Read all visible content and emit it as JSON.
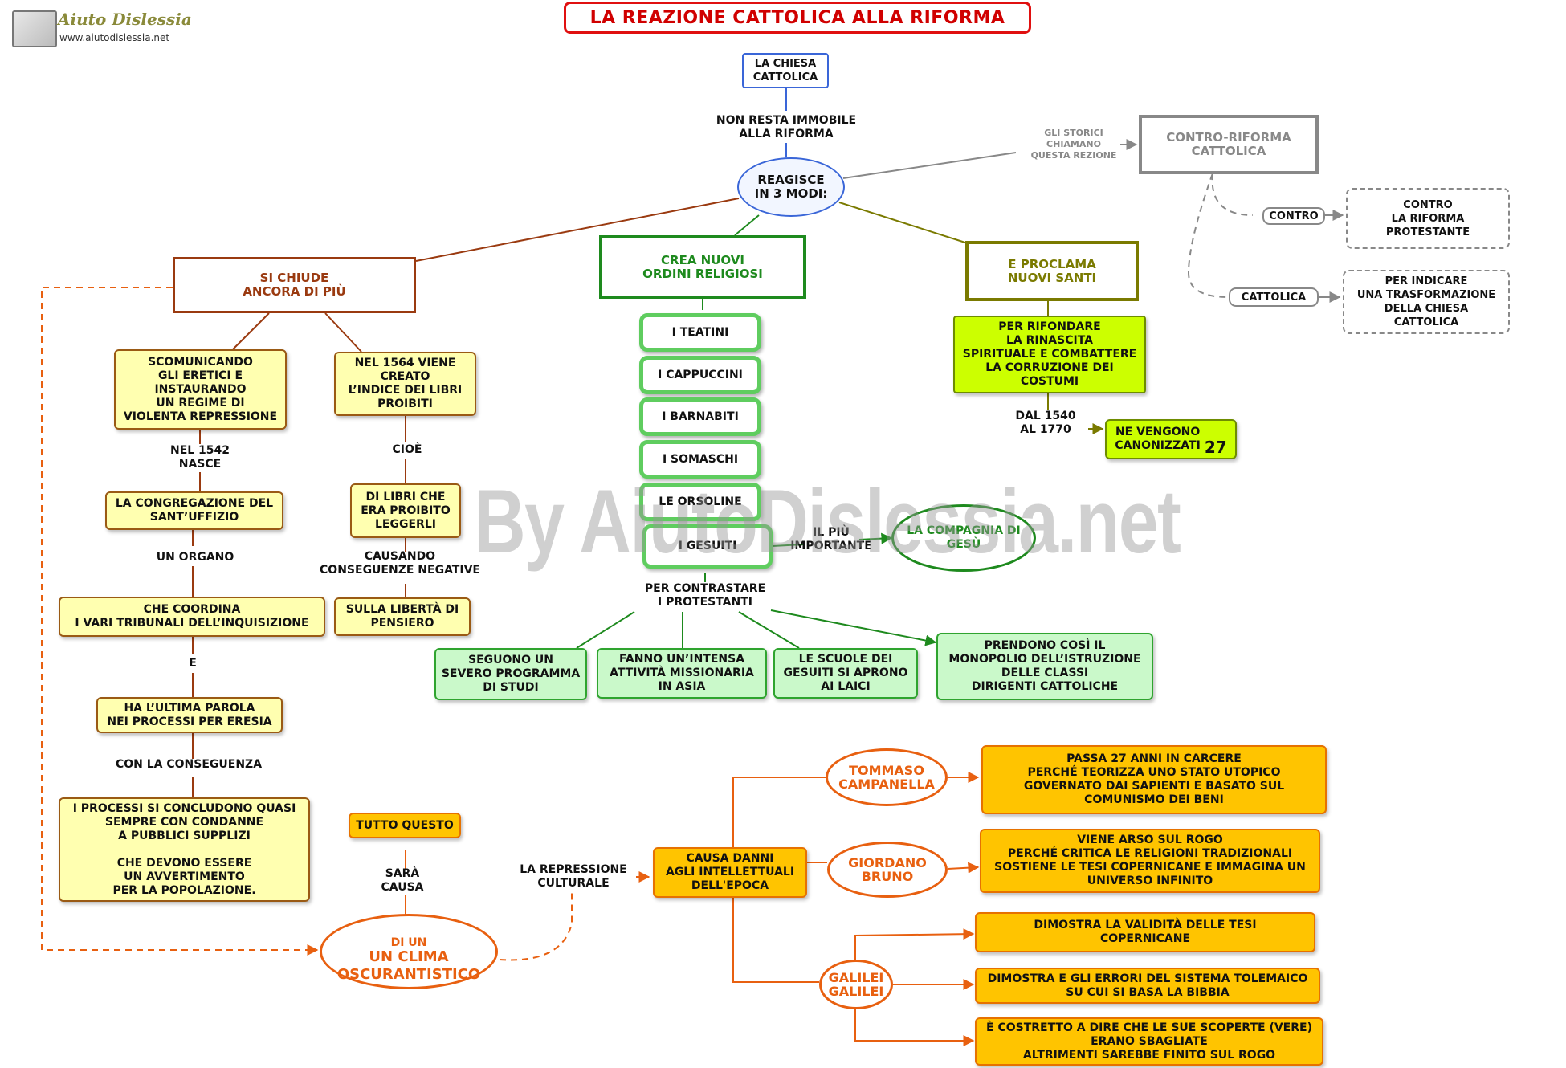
{
  "logo": {
    "name": "Aiuto Dislessia",
    "url": "www.aiutodislessia.net"
  },
  "title": "LA REAZIONE CATTOLICA ALLA RIFORMA",
  "watermark": "By AiutoDislessia.net",
  "top": {
    "chiesa": "LA CHIESA\nCATTOLICA",
    "non_resta": "NON RESTA IMMOBILE\nALLA RIFORMA",
    "reagisce": "REAGISCE\nIN 3 MODI:",
    "storici": "GLI STORICI\nCHIAMANO\nQUESTA REZIONE",
    "controriforma": "CONTRO-RIFORMA\nCATTOLICA",
    "contro": "CONTRO",
    "contro_desc": "CONTRO\nLA RIFORMA\nPROTESTANTE",
    "cattolica": "CATTOLICA",
    "cattolica_desc": "PER INDICARE\nUNA TRASFORMAZIONE\nDELLA CHIESA\nCATTOLICA"
  },
  "left": {
    "title": "SI CHIUDE\nANCORA DI PIÙ",
    "scomunicando": "SCOMUNICANDO\nGLI ERETICI E\nINSTAURANDO\nUN REGIME DI\nVIOLENTA REPRESSIONE",
    "nel1542": "NEL 1542\nNASCE",
    "congregazione": "LA CONGREGAZIONE DEL\nSANT’UFFIZIO",
    "un_organo": "UN ORGANO",
    "coordina": "CHE COORDINA\nI VARI TRIBUNALI DELL’INQUISIZIONE",
    "e": "E",
    "ultima": "HA L’ULTIMA PAROLA\nNEI PROCESSI PER ERESIA",
    "con_conseguenza": "CON LA CONSEGUENZA",
    "processi": "I PROCESSI SI CONCLUDONO QUASI\nSEMPRE CON CONDANNE\nA PUBBLICI SUPPLIZI\n\nCHE DEVONO ESSERE\nUN AVVERTIMENTO\nPER LA POPOLAZIONE.",
    "nel1564": "NEL 1564 VIENE\nCREATO\nL’INDICE DEI LIBRI\nPROIBITI",
    "cioe": "CIOÈ",
    "libri": "DI LIBRI CHE\nERA PROIBITO\nLEGGERLI",
    "causando": "CAUSANDO\nCONSEGUENZE NEGATIVE",
    "liberta": "SULLA LIBERTÀ DI\nPENSIERO"
  },
  "middle": {
    "title": "CREA NUOVI\nORDINI RELIGIOSI",
    "orders": [
      "I TEATINI",
      "I CAPPUCCINI",
      "I BARNABITI",
      "I SOMASCHI",
      "LE ORSOLINE",
      "I GESUITI"
    ],
    "piu_importante": "IL PIÙ\nIMPORTANTE",
    "compagnia": "LA COMPAGNIA DI\nGESÙ",
    "contrastare": "PER CONTRASTARE\nI PROTESTANTI",
    "seguono": "SEGUONO UN\nSEVERO PROGRAMMA\nDI STUDI",
    "fanno": "FANNO UN’INTENSA\nATTIVITÀ MISSIONARIA\nIN ASIA",
    "scuole": "LE SCUOLE DEI\nGESUITI SI APRONO\nAI LAICI",
    "prendono": "PRENDONO COSÌ  IL\nMONOPOLIO DELL’ISTRUZIONE\nDELLE CLASSI\nDIRIGENTI CATTOLICHE"
  },
  "right": {
    "title": "E PROCLAMA\nNUOVI SANTI",
    "rifondare": "PER RIFONDARE\nLA RINASCITA\nSPIRITUALE E COMBATTERE\nLA CORRUZIONE DEI\nCOSTUMI",
    "dal": "DAL 1540\nAL 1770",
    "canonizzati_text": "NE VENGONO\nCANONIZZATI",
    "canonizzati_num": "27"
  },
  "bottom": {
    "tutto": "TUTTO QUESTO",
    "sara": "SARÀ\nCAUSA",
    "clima_pre": "DI UN",
    "clima_main": "UN CLIMA",
    "clima_line2": "OSCURANTISTICO",
    "repressione": "LA REPRESSIONE\nCULTURALE",
    "danni": "CAUSA DANNI\nAGLI INTELLETTUALI\nDELL'EPOCA",
    "campanella": "TOMMASO\nCAMPANELLA",
    "campanella_desc": "PASSA 27 ANNI IN CARCERE\nPERCHÉ TEORIZZA UNO STATO UTOPICO\nGOVERNATO DAI SAPIENTI E BASATO SUL\nCOMUNISMO DEI BENI",
    "bruno": "GIORDANO\nBRUNO",
    "bruno_desc": "VIENE ARSO SUL ROGO\nPERCHÉ  CRITICA LE RELIGIONI TRADIZIONALI\nSOSTIENE LE TESI COPERNICANE E IMMAGINA UN\nUNIVERSO INFINITO",
    "galilei": "GALILEI\nGALILEI",
    "galilei_1": "DIMOSTRA LA VALIDITÀ DELLE TESI\nCOPERNICANE",
    "galilei_2": "DIMOSTRA E GLI ERRORI DEL SISTEMA TOLEMAICO\nSU CUI SI BASA LA BIBBIA",
    "galilei_3": "È COSTRETTO A DIRE CHE LE SUE SCOPERTE (VERE)\nERANO SBAGLIATE\nALTRIMENTI SAREBBE FINITO SUL ROGO"
  },
  "colors": {
    "title_border": "#e01010",
    "title_text": "#d00000",
    "left_line": "#9a3a10",
    "green_line": "#1e8a1e",
    "olive_line": "#7a7a00",
    "gray_line": "#888888",
    "orange_line": "#e86010",
    "blue_line": "#3a66d8"
  }
}
